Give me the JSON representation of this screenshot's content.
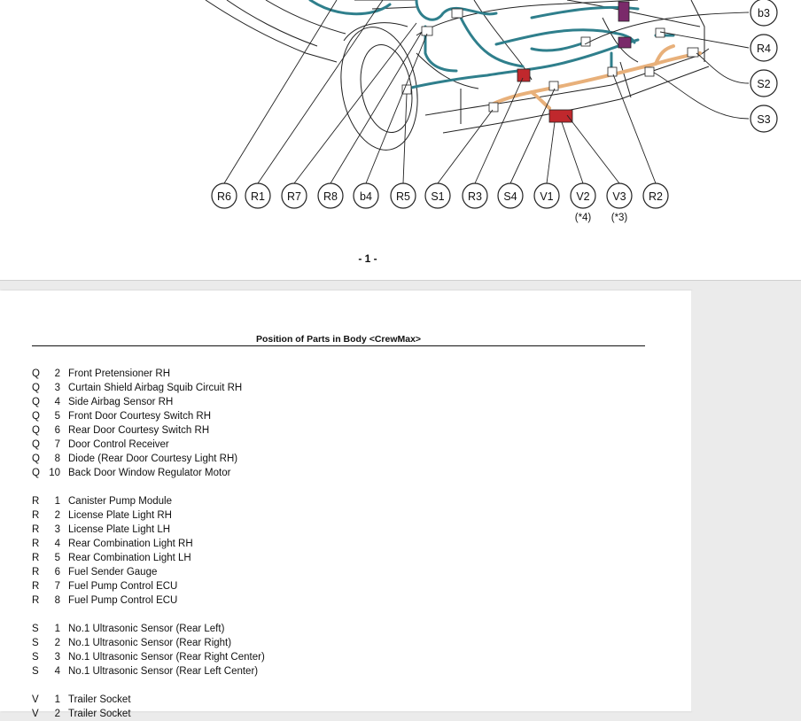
{
  "diagram": {
    "bottom_callouts": [
      "R6",
      "R1",
      "R7",
      "R8",
      "b4",
      "R5",
      "S1",
      "R3",
      "S4",
      "V1",
      "V2",
      "V3",
      "R2"
    ],
    "right_callouts": [
      "b3",
      "R4",
      "S2",
      "S3"
    ],
    "notes": {
      "V2": "(*4)",
      "V3": "(*3)"
    }
  },
  "page_number": "- 1 -",
  "title": "Position of Parts in Body <CrewMax>",
  "groups": [
    {
      "items": [
        {
          "letter": "Q",
          "num": "2",
          "text": "Front Pretensioner RH"
        },
        {
          "letter": "Q",
          "num": "3",
          "text": "Curtain Shield Airbag Squib Circuit RH"
        },
        {
          "letter": "Q",
          "num": "4",
          "text": "Side Airbag Sensor RH"
        },
        {
          "letter": "Q",
          "num": "5",
          "text": "Front Door Courtesy Switch RH"
        },
        {
          "letter": "Q",
          "num": "6",
          "text": "Rear Door Courtesy Switch RH"
        },
        {
          "letter": "Q",
          "num": "7",
          "text": "Door Control Receiver"
        },
        {
          "letter": "Q",
          "num": "8",
          "text": "Diode (Rear Door Courtesy Light RH)"
        },
        {
          "letter": "Q",
          "num": "10",
          "text": "Back Door Window Regulator Motor"
        }
      ]
    },
    {
      "items": [
        {
          "letter": "R",
          "num": "1",
          "text": "Canister Pump Module"
        },
        {
          "letter": "R",
          "num": "2",
          "text": "License Plate Light RH"
        },
        {
          "letter": "R",
          "num": "3",
          "text": "License Plate Light LH"
        },
        {
          "letter": "R",
          "num": "4",
          "text": "Rear Combination Light RH"
        },
        {
          "letter": "R",
          "num": "5",
          "text": "Rear Combination Light LH"
        },
        {
          "letter": "R",
          "num": "6",
          "text": "Fuel Sender Gauge"
        },
        {
          "letter": "R",
          "num": "7",
          "text": "Fuel Pump Control ECU"
        },
        {
          "letter": "R",
          "num": "8",
          "text": "Fuel Pump Control ECU"
        }
      ]
    },
    {
      "items": [
        {
          "letter": "S",
          "num": "1",
          "text": "No.1 Ultrasonic Sensor (Rear Left)"
        },
        {
          "letter": "S",
          "num": "2",
          "text": "No.1 Ultrasonic Sensor (Rear Right)"
        },
        {
          "letter": "S",
          "num": "3",
          "text": "No.1 Ultrasonic Sensor (Rear Right Center)"
        },
        {
          "letter": "S",
          "num": "4",
          "text": "No.1 Ultrasonic Sensor (Rear Left Center)"
        }
      ]
    },
    {
      "items": [
        {
          "letter": "V",
          "num": "1",
          "text": "Trailer Socket"
        },
        {
          "letter": "V",
          "num": "2",
          "text": "Trailer Socket"
        }
      ]
    }
  ],
  "colors": {
    "harness_teal": "#2f7f8c",
    "harness_orange": "#e8b07a",
    "connector_red": "#c0282d",
    "connector_purple": "#7a2a6a"
  }
}
